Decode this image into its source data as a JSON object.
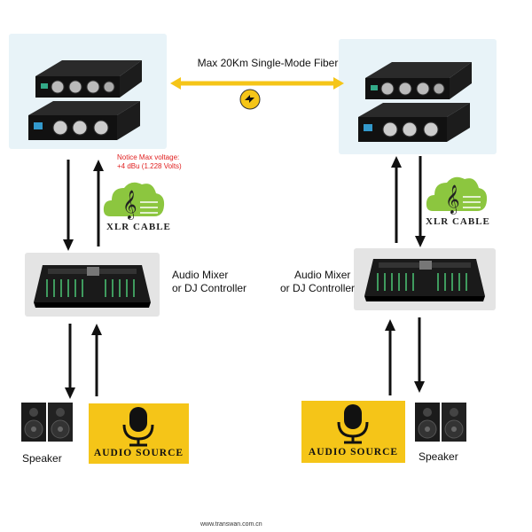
{
  "link": {
    "fiber_label": "Max 20Km Single-Mode Fiber"
  },
  "left": {
    "notice_line1": "Notice Max voltage:",
    "notice_line2": "+4 dBu (1.228 Volts)",
    "cable_label": "XLR CABLE",
    "mixer_line1": "Audio Mixer",
    "mixer_line2": "or DJ Controller",
    "speaker_label": "Speaker",
    "source_label": "AUDIO SOURCE"
  },
  "right": {
    "cable_label": "XLR CABLE",
    "mixer_line1": "Audio Mixer",
    "mixer_line2": "or DJ Controller",
    "speaker_label": "Speaker",
    "source_label": "AUDIO SOURCE"
  },
  "footer": {
    "url": "www.transwan.com.cn"
  },
  "colors": {
    "fiber_arrow": "#f5c518",
    "panel_blue": "#e8f3f8",
    "panel_gray": "#e4e4e4",
    "notice_red": "#e02020",
    "cloud_green": "#8cc63f"
  }
}
